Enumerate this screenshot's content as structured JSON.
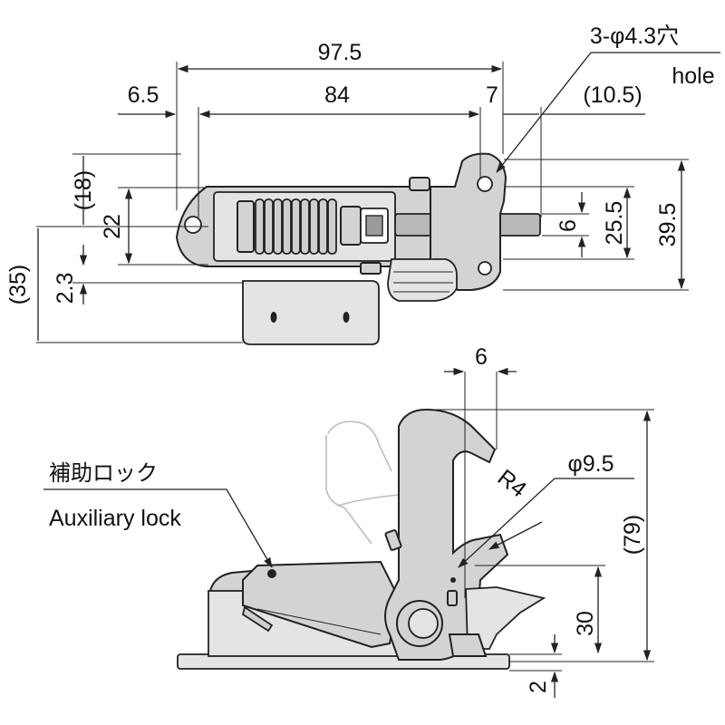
{
  "top_view": {
    "overall_length": "97.5",
    "left_offset": "6.5",
    "hole_pitch": "84",
    "right_offset": "7",
    "hole_callout": "3-φ4.3穴",
    "hole_callout_en": "hole",
    "right_extension": "(10.5)",
    "upper_height": "(18)",
    "flange_height": "22",
    "lower_height": "(35)",
    "plate_thickness": "2.3",
    "pin_diameter": "6",
    "hook_height": "25.5",
    "overall_height": "39.5"
  },
  "side_view": {
    "hook_offset": "6",
    "radius": "R4",
    "pin_diameter": "φ9.5",
    "overall_height": "(79)",
    "pivot_height": "30",
    "base_thickness": "2",
    "aux_lock_jp": "補助ロック",
    "aux_lock_en": "Auxiliary lock"
  },
  "colors": {
    "part_fill": "#d3d3d3",
    "line": "#222222",
    "ghost": "#bdbdbd"
  }
}
